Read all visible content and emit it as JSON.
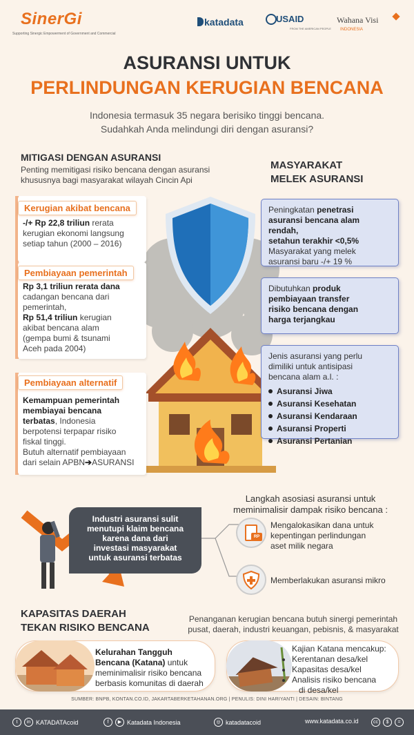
{
  "header": {
    "brand": "SinerGi",
    "brand_tagline": "Supporting Sinergic Empowerment of Government and Commercial",
    "partner1": "katadata",
    "partner2": "USAID",
    "partner2_sub": "FROM THE AMERICAN PEOPLE",
    "partner3": "Wahana Visi",
    "partner3_sub": "INDONESIA"
  },
  "title": {
    "line1": "ASURANSI UNTUK",
    "line2": "PERLINDUNGAN KERUGIAN BENCANA",
    "intro1": "Indonesia termasuk 35 negara berisiko tinggi bencana.",
    "intro2": "Sudahkah Anda melindungi diri dengan asuransi?"
  },
  "mitigasi": {
    "heading": "MITIGASI DENGAN ASURANSI",
    "desc1": "Penting memitigasi risiko bencana dengan asuransi",
    "desc2": "khususnya bagi masyarakat wilayah Cincin Api",
    "cards": [
      {
        "title": "Kerugian akibat bencana",
        "strong": "-/+ Rp 22,8 triliun",
        "rest": " rerata",
        "line2": "kerugian ekonomi langsung",
        "line3": "setiap tahun (2000 – 2016)"
      },
      {
        "title": "Pembiayaan pemerintah",
        "strong1": "Rp 3,1 triliun rerata dana",
        "line2": "cadangan bencana dari",
        "line3": "pemerintah,",
        "strong2": "Rp 51,4 triliun",
        "rest2": " kerugian",
        "line5": "akibat bencana alam",
        "line6": "(gempa bumi & tsunami",
        "line7": "Aceh pada 2004)"
      },
      {
        "title": "Pembiayaan alternatif",
        "strong1": "Kemampuan pemerintah",
        "strong2": "membiayai bencana",
        "strong3": "terbatas",
        "rest3": ", Indonesia",
        "line4": "berpotensi terpapar risiko",
        "line5": "fiskal tinggi.",
        "line6": "Butuh alternatif pembiayaan",
        "line7": "dari selain APBN",
        "arrow": "➔",
        "line7b": "ASURANSI"
      }
    ]
  },
  "melek": {
    "heading1": "MASYARAKAT",
    "heading2": "MELEK ASURANSI",
    "card1": {
      "l1": "Peningkatan ",
      "s1": "penetrasi",
      "s2": "asuransi bencana alam rendah,",
      "s3": "setahun terakhir <0,5%",
      "l4": "Masyarakat yang melek",
      "l5": "asuransi baru -/+ 19 %"
    },
    "card2": {
      "l1": "Dibutuhkan ",
      "s1": "produk",
      "s2": "pembiayaan transfer",
      "s3": "risiko bencana dengan",
      "s4": "harga terjangkau"
    },
    "card3": {
      "l1": "Jenis asuransi yang perlu",
      "l2": "dimiliki untuk antisipasi",
      "l3": "bencana alam a.l. :",
      "items": [
        "Asuransi Jiwa",
        "Asuransi Kesehatan",
        "Asuransi Kendaraan",
        "Asuransi Properti",
        "Asuransi Pertanian"
      ]
    }
  },
  "industri": {
    "l1": "Industri asuransi sulit",
    "l2": "menutupi klaim bencana",
    "l3": "karena dana dari",
    "l4": "investasi masyarakat",
    "l5": "untuk asuransi terbatas"
  },
  "langkah": {
    "heading1": "Langkah asosiasi asuransi untuk",
    "heading2": "meminimalisir dampak risiko bencana :",
    "step1_l1": "Mengalokasikan dana untuk",
    "step1_l2": "kepentingan perlindungan",
    "step1_l3": "aset milik negara",
    "step2": "Memberlakukan asuransi mikro",
    "rp_label": "RP"
  },
  "kapasitas": {
    "heading1": "KAPASITAS DAERAH",
    "heading2": "TEKAN RISIKO BENCANA",
    "desc1": "Penanganan kerugian bencana butuh sinergi pemerintah",
    "desc2": "pusat, daerah, industri keuangan, pebisnis, & masyarakat",
    "pill1": {
      "s1": "Kelurahan Tangguh",
      "s2": "Bencana (Katana)",
      "r2": " untuk",
      "l3": "meminimalisir risiko bencana",
      "l4": "berbasis komunitas di daerah"
    },
    "pill2": {
      "head": "Kajian Katana mencakup:",
      "items": [
        "Kerentanan desa/kel",
        "Kapasitas desa/kel",
        "Analisis risiko bencana"
      ],
      "tail": "di desa/kel"
    }
  },
  "source": "SUMBER: BNPB, KONTAN.CO.ID, JAKARTABERKETAHANAN.ORG  |  PENULIS: DINI HARIYANTI  |  DESAIN: BINTANG",
  "footer": {
    "handle1": "KATADATAcoid",
    "handle2": "Katadata Indonesia",
    "handle3": "katadatacoid",
    "website": "www.katadata.co.id",
    "i_tw": "t",
    "i_in": "in",
    "i_fb": "f",
    "i_yt": "▶",
    "i_ig": "◎",
    "i_cc": "cc",
    "i_cc2": "$",
    "i_cc3": "="
  },
  "colors": {
    "accent": "#e8701e",
    "dark": "#2f3135",
    "blue_card": "#dde3f3",
    "footer": "#4b4f57"
  }
}
